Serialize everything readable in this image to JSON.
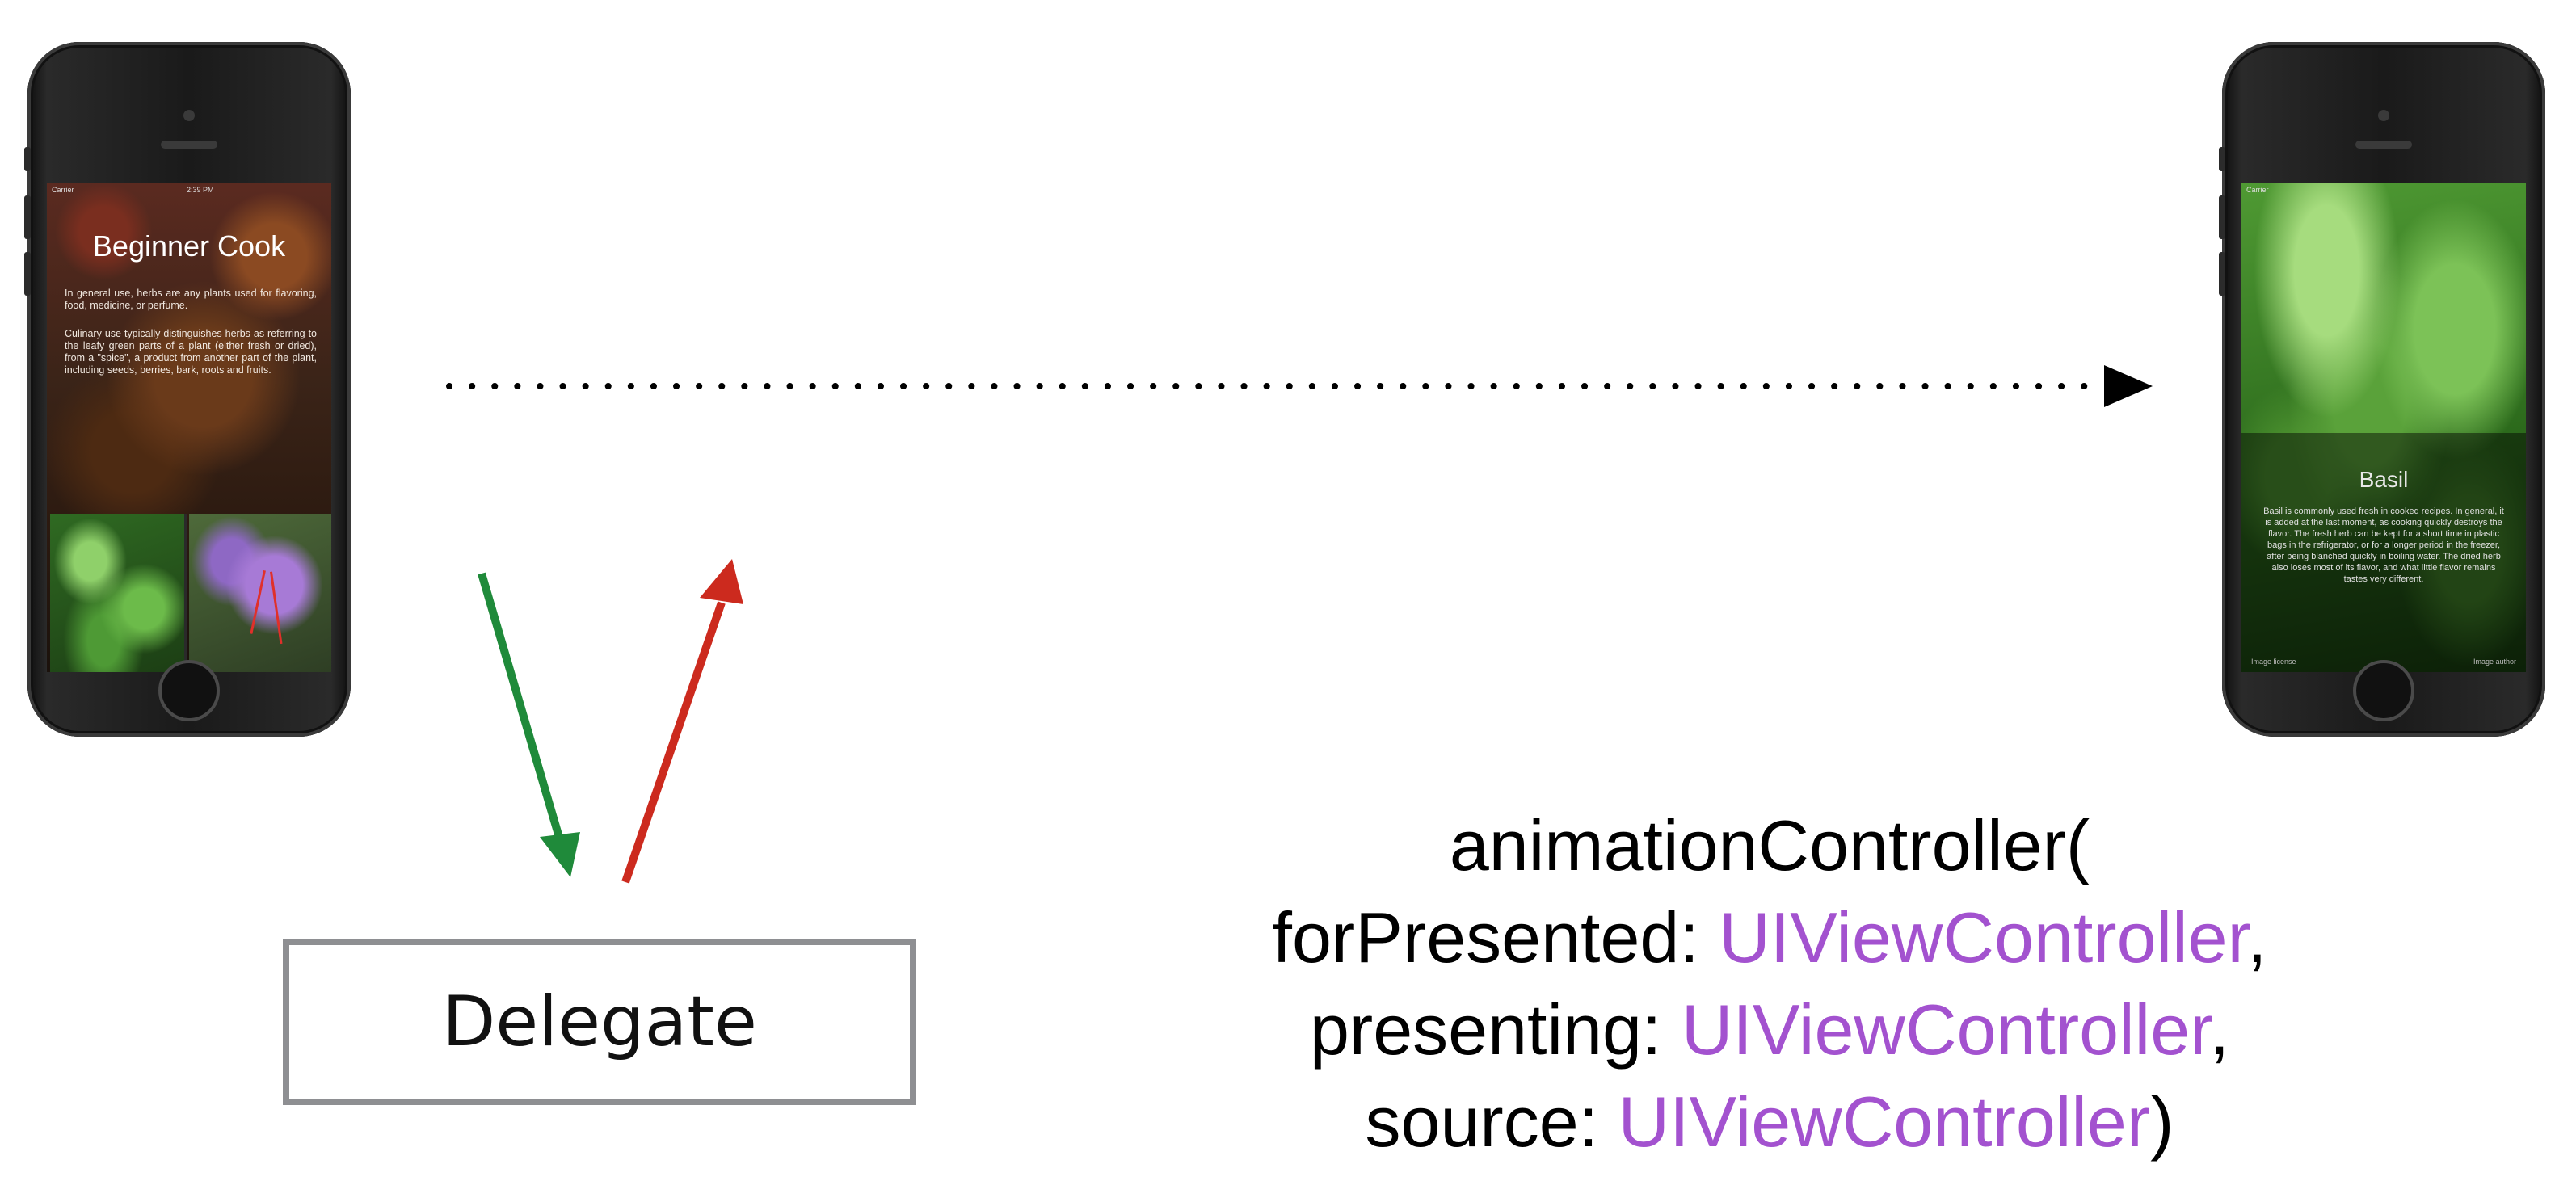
{
  "left_phone": {
    "status_carrier": "Carrier",
    "status_time": "2:39 PM",
    "title": "Beginner Cook",
    "paragraph1": "In general use, herbs are any plants used for flavoring, food, medicine, or perfume.",
    "paragraph2": "Culinary use typically distinguishes herbs as referring to the leafy green parts of a plant (either fresh or dried), from a \"spice\", a product from another part of the plant, including seeds, berries, bark, roots and fruits."
  },
  "right_phone": {
    "status_carrier": "Carrier",
    "title": "Basil",
    "paragraph": "Basil is commonly used fresh in cooked recipes. In general, it is added at the last moment, as cooking quickly destroys the flavor. The fresh herb can be kept for a short time in plastic bags in the refrigerator, or for a longer period in the freezer, after being blanched quickly in boiling water. The dried herb also loses most of its flavor, and what little flavor remains tastes very different.",
    "footer_left": "Image license",
    "footer_right": "Image author"
  },
  "delegate_label": "Delegate",
  "code": {
    "line1": "animationController(",
    "line2_param": "forPresented: ",
    "line2_type": "UIViewController",
    "line2_end": ",",
    "line3_param": "presenting: ",
    "line3_type": "UIViewController",
    "line3_end": ",",
    "line4_param": "source: ",
    "line4_type": "UIViewController",
    "line4_end": ")"
  },
  "colors": {
    "type_purple": "#a352cf",
    "arrow_green": "#1f8a3a",
    "arrow_red": "#cc2a1e",
    "delegate_border": "#8e8f92"
  }
}
